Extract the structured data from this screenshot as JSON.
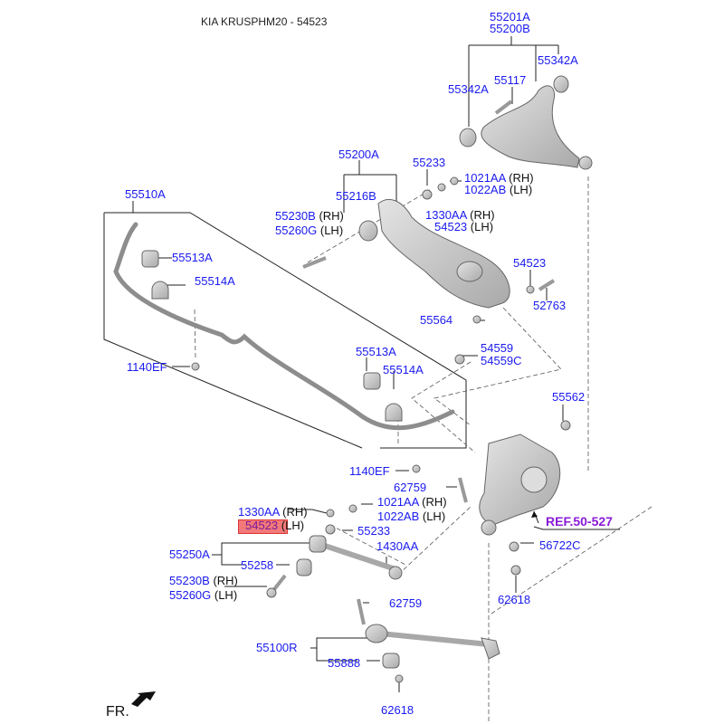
{
  "header": {
    "title": "KIA KRUSPHM20 - 54523"
  },
  "highlight": {
    "part": "54523",
    "color": "#f27a7a"
  },
  "colors": {
    "part_label": "#1a1af0",
    "reference": "#8a1ad6",
    "side_label": "#111111"
  },
  "reference": {
    "label": "REF.50-527"
  },
  "direction": {
    "label": "FR."
  },
  "labels": [
    {
      "id": "55201A",
      "text": "55201A"
    },
    {
      "id": "55200B",
      "text": "55200B"
    },
    {
      "id": "55342A-r",
      "text": "55342A"
    },
    {
      "id": "55342A-l",
      "text": "55342A"
    },
    {
      "id": "55117",
      "text": "55117"
    },
    {
      "id": "55200A",
      "text": "55200A"
    },
    {
      "id": "55233-top",
      "text": "55233"
    },
    {
      "id": "1021AA-top",
      "text": "1021AA",
      "side": "(RH)"
    },
    {
      "id": "1022AB-top",
      "text": "1022AB",
      "side": "(LH)"
    },
    {
      "id": "55216B",
      "text": "55216B"
    },
    {
      "id": "55230B-top",
      "text": "55230B",
      "side": "(RH)"
    },
    {
      "id": "55260G-top",
      "text": "55260G",
      "side": "(LH)"
    },
    {
      "id": "1330AA-top",
      "text": "1330AA",
      "side": "(RH)"
    },
    {
      "id": "54523-top",
      "text": "54523",
      "side": "(LH)"
    },
    {
      "id": "55510A",
      "text": "55510A"
    },
    {
      "id": "55513A-1",
      "text": "55513A"
    },
    {
      "id": "55514A-1",
      "text": "55514A"
    },
    {
      "id": "54523-mid",
      "text": "54523"
    },
    {
      "id": "52763",
      "text": "52763"
    },
    {
      "id": "55564",
      "text": "55564"
    },
    {
      "id": "54559",
      "text": "54559"
    },
    {
      "id": "54559C",
      "text": "54559C"
    },
    {
      "id": "1140EF-1",
      "text": "1140EF"
    },
    {
      "id": "55513A-2",
      "text": "55513A"
    },
    {
      "id": "55514A-2",
      "text": "55514A"
    },
    {
      "id": "55562",
      "text": "55562"
    },
    {
      "id": "1140EF-2",
      "text": "1140EF"
    },
    {
      "id": "62759-top",
      "text": "62759"
    },
    {
      "id": "1330AA-bot",
      "text": "1330AA",
      "side": "(RH)"
    },
    {
      "id": "54523-bot",
      "text": "54523",
      "side": "(LH)"
    },
    {
      "id": "1021AA-bot",
      "text": "1021AA",
      "side": "(RH)"
    },
    {
      "id": "1022AB-bot",
      "text": "1022AB",
      "side": "(LH)"
    },
    {
      "id": "55233-bot",
      "text": "55233"
    },
    {
      "id": "55250A",
      "text": "55250A"
    },
    {
      "id": "1430AA",
      "text": "1430AA"
    },
    {
      "id": "56722C",
      "text": "56722C"
    },
    {
      "id": "55258",
      "text": "55258"
    },
    {
      "id": "55230B-bot",
      "text": "55230B",
      "side": "(RH)"
    },
    {
      "id": "55260G-bot",
      "text": "55260G",
      "side": "(LH)"
    },
    {
      "id": "62618-top",
      "text": "62618"
    },
    {
      "id": "62759-bot",
      "text": "62759"
    },
    {
      "id": "55100R",
      "text": "55100R"
    },
    {
      "id": "55888",
      "text": "55888"
    },
    {
      "id": "62618-bot",
      "text": "62618"
    }
  ]
}
